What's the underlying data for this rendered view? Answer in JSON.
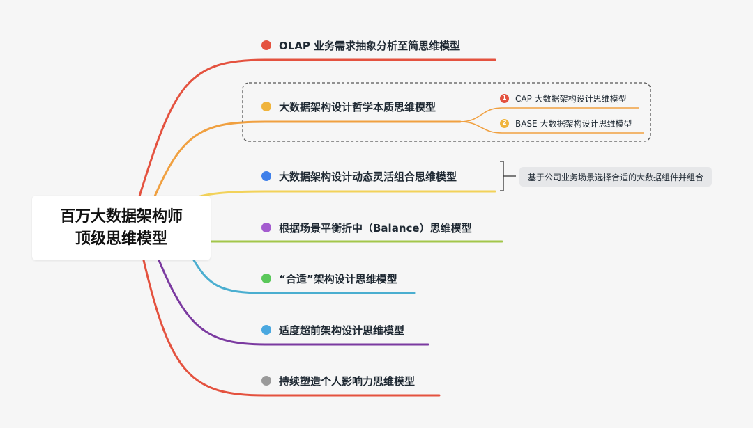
{
  "root": {
    "line1": "百万大数据架构师",
    "line2": "顶级思维模型"
  },
  "branches": [
    {
      "label": "OLAP 业务需求抽象分析至简思维模型",
      "dot_color": "#e4523f",
      "line_color": "#e4523f"
    },
    {
      "label": "大数据架构设计哲学本质思维模型",
      "dot_color": "#f0b43c",
      "line_color": "#f0a040"
    },
    {
      "label": "大数据架构设计动态灵活组合思维模型",
      "dot_color": "#3f80ea",
      "line_color": "#f2d25a"
    },
    {
      "label": "根据场景平衡折中（Balance）思维模型",
      "dot_color": "#a45ccf",
      "line_color": "#a3c64a"
    },
    {
      "label": "“合适”架构设计思维模型",
      "dot_color": "#5ac85a",
      "line_color": "#4aaed0"
    },
    {
      "label": "适度超前架构设计思维模型",
      "dot_color": "#4aa8e0",
      "line_color": "#7b3aa0"
    },
    {
      "label": "持续塑造个人影响力思维模型",
      "dot_color": "#9a9a9a",
      "line_color": "#e4523f"
    }
  ],
  "subtopics": [
    {
      "number": "1",
      "label": "CAP 大数据架构设计思维模型",
      "badge_color": "#e4523f",
      "line_color": "#f0a040"
    },
    {
      "number": "2",
      "label": "BASE 大数据架构设计思维模型",
      "badge_color": "#f0b43c",
      "line_color": "#f0a040"
    }
  ],
  "note": {
    "text": "基于公司业务场景选择合适的大数据组件并组合"
  },
  "colors": {
    "boundary": "#555555",
    "bracket": "#333333",
    "background": "#f6f6f6"
  }
}
